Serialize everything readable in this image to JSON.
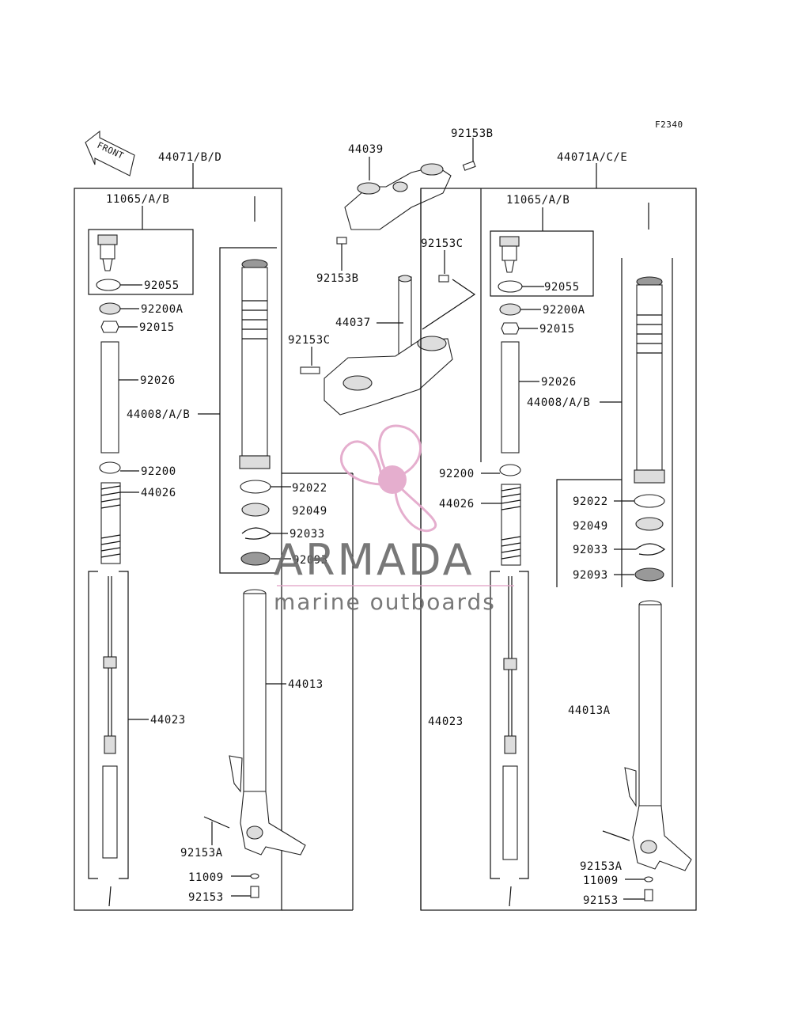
{
  "figure_code": "F2340",
  "front_badge": "FRONT",
  "watermark": {
    "brand": "ARMADA",
    "tagline": "marine outboards",
    "accent": "#e3a6c9"
  },
  "top_center": [
    "44039",
    "92153B",
    "92153B",
    "92153C",
    "44037",
    "92153C"
  ],
  "left_assembly": {
    "top": "44071/B/D",
    "cap": "11065/A/B",
    "parts": [
      "92055",
      "92200A",
      "92015",
      "92026",
      "44008/A/B",
      "92200",
      "44026",
      "92022",
      "92049",
      "92033",
      "92093",
      "44013",
      "44023",
      "92153A",
      "11009",
      "92153"
    ]
  },
  "right_assembly": {
    "top": "44071A/C/E",
    "cap": "11065/A/B",
    "parts": [
      "92055",
      "92200A",
      "92015",
      "92026",
      "44008/A/B",
      "92200",
      "44026",
      "92022",
      "92049",
      "92033",
      "92093",
      "44023",
      "44013A",
      "92153A",
      "11009",
      "92153"
    ]
  }
}
